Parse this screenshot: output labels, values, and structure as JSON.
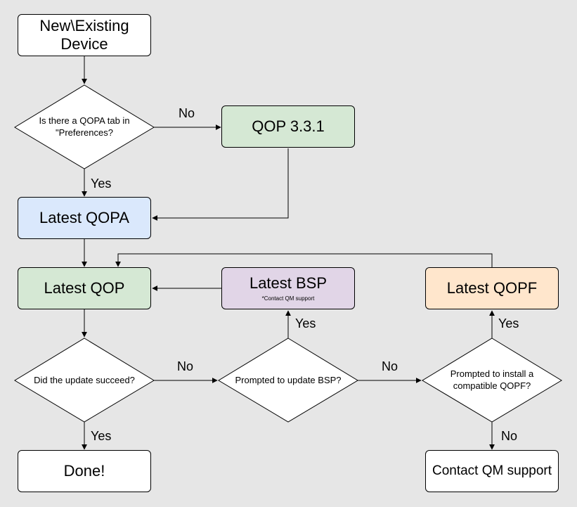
{
  "nodes": {
    "start": "New\\Existing Device",
    "qopa_check": "Is there a QOPA tab in \"Preferences?",
    "qop331": "QOP 3.3.1",
    "latest_qopa": "Latest QOPA",
    "latest_qop": "Latest QOP",
    "latest_bsp": "Latest BSP",
    "latest_bsp_note": "*Contact QM support",
    "latest_qopf": "Latest QOPF",
    "update_check": "Did the update succeed?",
    "bsp_check": "Prompted to update BSP?",
    "qopf_check": "Prompted to install a compatible QOPF?",
    "done": "Done!",
    "contact": "Contact QM support"
  },
  "edges": {
    "qopa_no": "No",
    "qopa_yes": "Yes",
    "update_no": "No",
    "update_yes": "Yes",
    "bsp_no": "No",
    "bsp_yes": "Yes",
    "qopf_yes": "Yes",
    "qopf_no": "No"
  },
  "colors": {
    "background": "#e6e6e6",
    "white": "#ffffff",
    "green": "#d5e8d4",
    "blue": "#dae8fc",
    "purple": "#e1d5e7",
    "orange": "#ffe6cc"
  }
}
